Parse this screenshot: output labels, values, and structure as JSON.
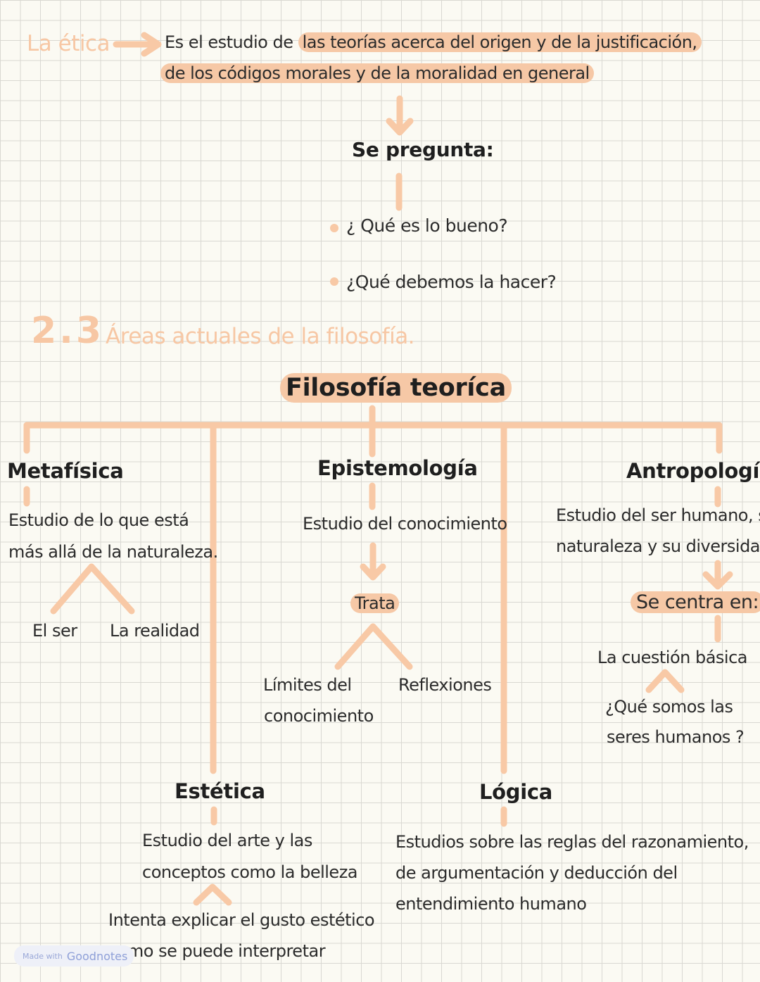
{
  "intro": {
    "term": "La ética",
    "line1_plain": "Es el estudio de ",
    "line1_hl": "las teorías acerca del origen y de la justificación,",
    "line2_hl": "de los códigos morales y de la moralidad en general",
    "asks_label": "Se pregunta:",
    "questions": [
      "¿ Qué es lo bueno?",
      "¿Qué debemos la hacer?"
    ]
  },
  "section": {
    "number": "2.3",
    "title": "Áreas actuales de la filosofía."
  },
  "root": {
    "label": "Filosofía teoríca"
  },
  "metafisica": {
    "title": "Metafísica",
    "line1": "Estudio de lo que está",
    "line2": "más allá de la naturaleza.",
    "branch_left": "El ser",
    "branch_right": "La realidad"
  },
  "epistemologia": {
    "title": "Epistemología",
    "description": "Estudio del conocimiento",
    "trata": "Trata",
    "left_line1": "Límites del",
    "left_line2": "conocimiento",
    "right": "Reflexiones"
  },
  "antropologia": {
    "title": "Antropología",
    "line1": "Estudio del ser humano, su",
    "line2": "naturaleza y su diversidad",
    "focus": "Se centra en:",
    "basic": "La cuestión básica",
    "q_line1": "¿Qué somos las",
    "q_line2": "seres humanos ?"
  },
  "estetica": {
    "title": "Estética",
    "line1": "Estudio del arte y las",
    "line2": "conceptos como la belleza",
    "line3": "Intenta explicar el gusto estético",
    "line4": "como se puede interpretar"
  },
  "logica": {
    "title": "Lógica",
    "line1": "Estudios sobre las reglas del razonamiento,",
    "line2": "de argumentación y deducción del",
    "line3": "entendimiento humano"
  },
  "watermark": {
    "made_with": "Made with",
    "brand": "Goodnotes"
  },
  "colors": {
    "accent": "#f6c8a6",
    "line": "#f8c9a6",
    "grid": "#d9d8d2",
    "background": "#fbfaf3"
  }
}
